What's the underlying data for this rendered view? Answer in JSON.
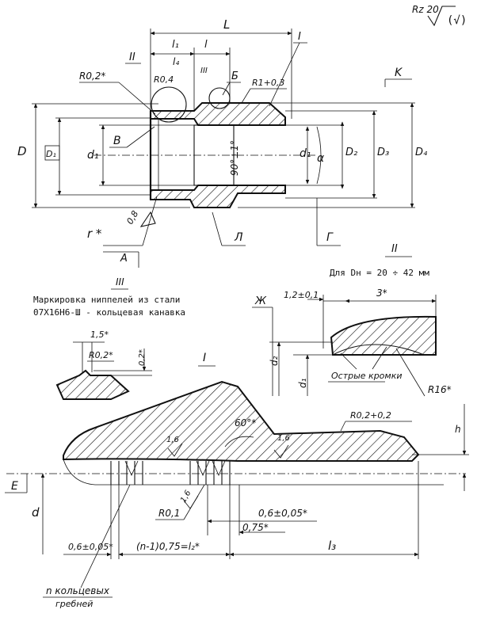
{
  "title": {
    "roughness": "Rz 20",
    "roughness_mark": "(√)"
  },
  "main_view": {
    "L": "L",
    "l1": "l₁",
    "l": "l",
    "l4": "l₄",
    "R02": "R0,2*",
    "R04": "R0,4",
    "R1": "R1+0,3",
    "angle90": "90°±1°",
    "D": "D",
    "D1": "D₁",
    "d1_left": "d₁",
    "d1_right": "d₁",
    "alpha": "α",
    "D2": "D₂",
    "D3": "D₃",
    "D4": "D₄",
    "r": "r *",
    "r_val": "0,8",
    "callout_I": "I",
    "callout_II": "II",
    "callout_III": "III",
    "callout_B": "Б",
    "callout_V": "В",
    "callout_K": "K",
    "callout_A": "A",
    "callout_L": "Л",
    "callout_G": "Г"
  },
  "detail_II": {
    "label": "II",
    "note": "Для Dн = 20 ÷ 42 мм",
    "zh": "Ж",
    "w12": "1,2±0,1",
    "w3": "3*",
    "d2": "d₂",
    "d1": "d₁",
    "sharp": "Острые кромки",
    "R16": "R16*"
  },
  "detail_III": {
    "label": "III",
    "note_line1": "Маркировка ниппелей из стали",
    "note_line2": "07Х16Н6-Ш - кольцевая канавка",
    "w15": "1,5*",
    "R02": "R0,2*",
    "d02": "0,2*"
  },
  "detail_I": {
    "label": "I",
    "r16a": "1,6",
    "r16b": "1,6",
    "r16c": "1,6",
    "angle60": "60°*",
    "R02": "R0,2+0,2",
    "h": "h",
    "E": "E",
    "d": "d",
    "R01": "R0,1",
    "d06": "0,6±0,05*",
    "d075": "0,75*",
    "g06": "0,6±0,05*",
    "pitch": "(n-1)0,75=l₂*",
    "l3": "l₃",
    "grooves_line1": "n кольцевых",
    "grooves_line2": "гребней"
  }
}
